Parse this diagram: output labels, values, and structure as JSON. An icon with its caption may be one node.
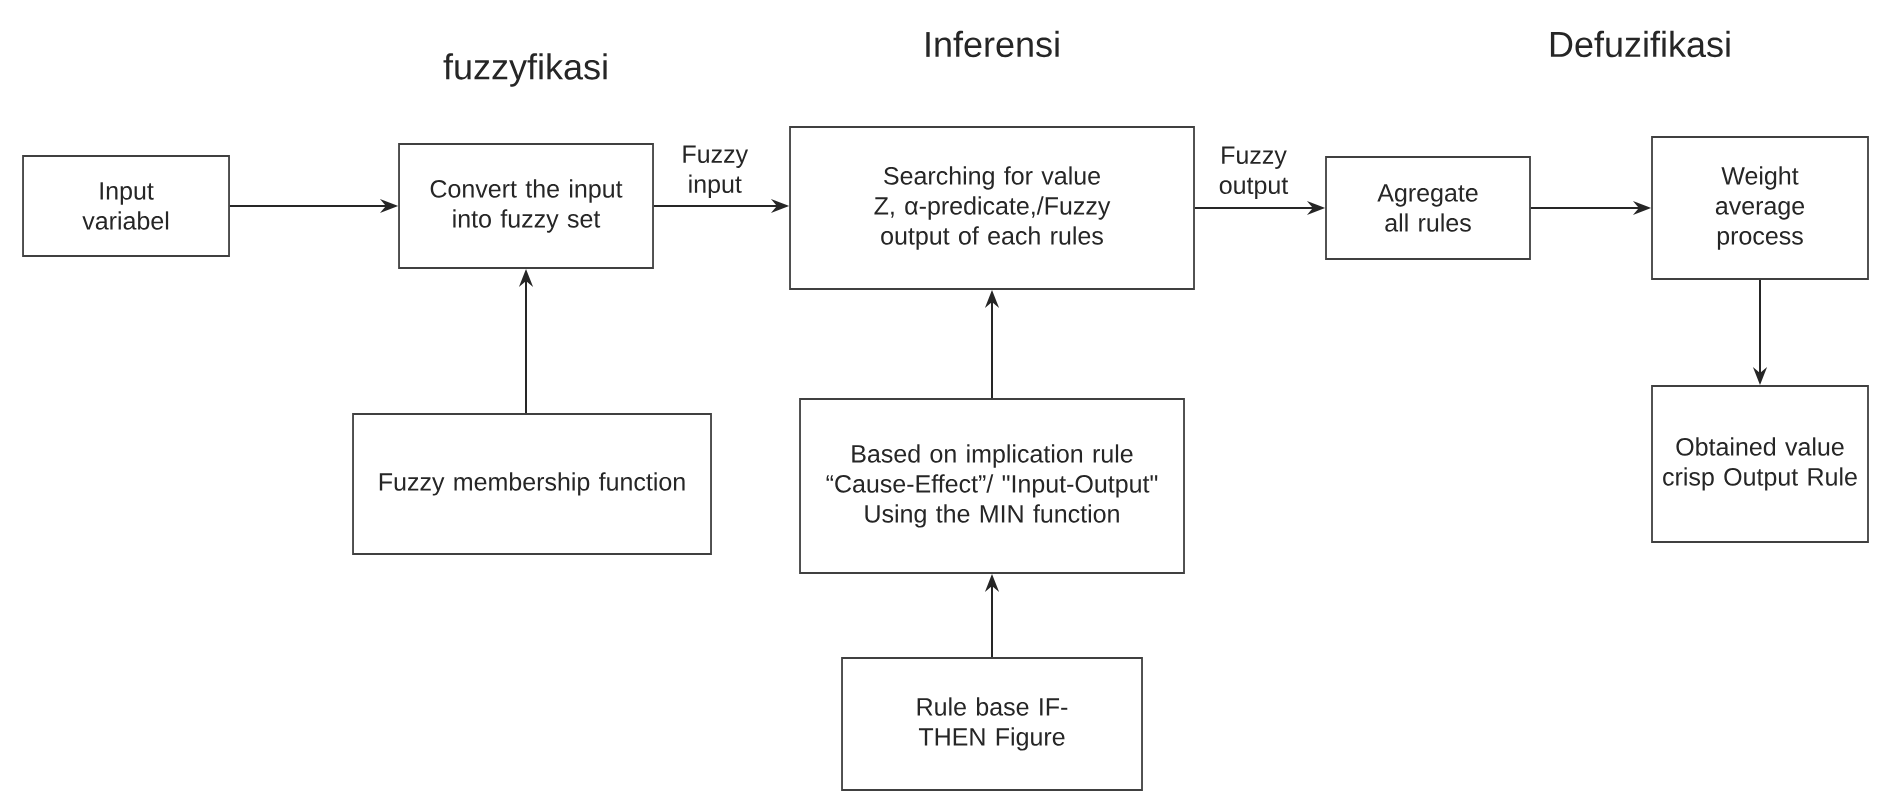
{
  "diagram": {
    "nodes": [
      {
        "text": [
          "Input variabel"
        ]
      },
      {
        "text": [
          "Convert the input into fuzzy set"
        ]
      },
      {
        "text": [
          "Searching for value Z, α-predicate,/Fuzzy output of each rules"
        ]
      },
      {
        "text": [
          "Agregate all rules"
        ]
      },
      {
        "text": [
          "Weight average process"
        ]
      },
      {
        "text": [
          "Obtained value crisp Output Rule"
        ]
      },
      {
        "text": [
          "Fuzzy membership function"
        ]
      },
      {
        "text": [
          "Based on implication rule “Cause-Effect”/ \"Input-Output\" Using the MIN function"
        ]
      },
      {
        "text": [
          "Rule base IF-THEN Figure"
        ]
      }
    ],
    "edges": [
      {
        "from": 0,
        "to": 1,
        "arrow": "to"
      },
      {
        "from": 1,
        "to": 2,
        "arrow": "to",
        "label": "Fuzzy input"
      },
      {
        "from": 2,
        "to": 3,
        "arrow": "to",
        "label": "Fuzzy output"
      },
      {
        "from": 3,
        "to": 4,
        "arrow": "to"
      },
      {
        "from": 4,
        "to": 5,
        "arrow": "to"
      },
      {
        "from": 6,
        "to": 1,
        "arrow": "to"
      },
      {
        "from": 7,
        "to": 2,
        "arrow": "to"
      },
      {
        "from": 8,
        "to": 7,
        "arrow": "to"
      }
    ],
    "labels": [
      "Inferensi",
      "Defuzifikasi",
      "fuzzyfikasi"
    ]
  }
}
